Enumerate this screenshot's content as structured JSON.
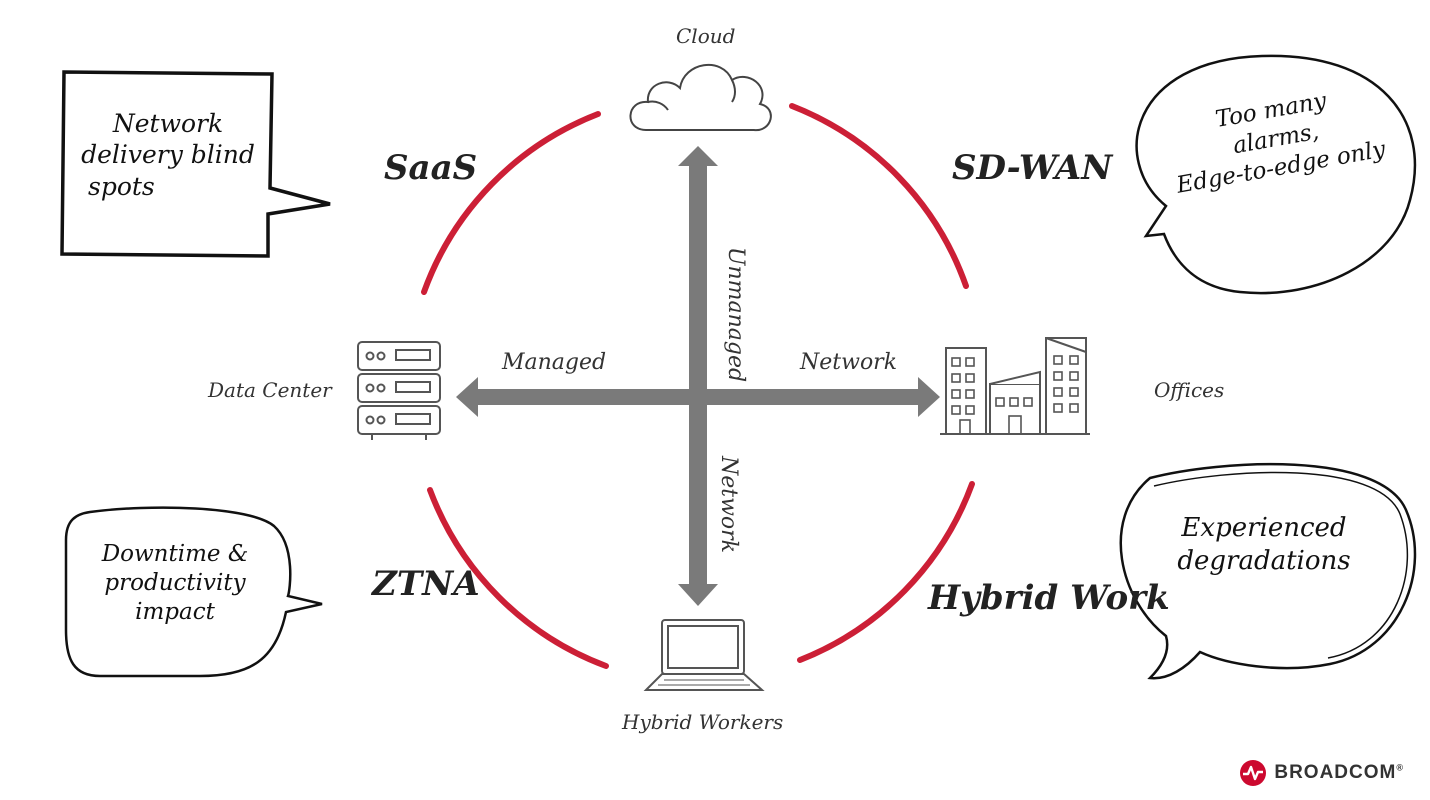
{
  "nodes": {
    "cloud": "Cloud",
    "data_center": "Data Center",
    "offices": "Offices",
    "hybrid_workers": "Hybrid Workers"
  },
  "axes": {
    "left": "Managed",
    "right": "Network",
    "up": "Unmanaged",
    "down": "Network"
  },
  "quadrants": {
    "top_left": "SaaS",
    "top_right": "SD-WAN",
    "bottom_left": "ZTNA",
    "bottom_right": "Hybrid Work"
  },
  "bubbles": {
    "top_left": [
      "Network",
      "delivery blind",
      "spots"
    ],
    "top_right": [
      "Too many",
      "alarms,",
      "Edge-to-edge only"
    ],
    "bottom_left": [
      "Downtime &",
      "productivity",
      "impact"
    ],
    "bottom_right": [
      "Experienced",
      "degradations"
    ]
  },
  "brand": {
    "name": "BROADCOM",
    "registered": "®",
    "accent": "#cc092f"
  },
  "colors": {
    "arc": "#cc1f36",
    "arrow": "#7a7a7a"
  }
}
